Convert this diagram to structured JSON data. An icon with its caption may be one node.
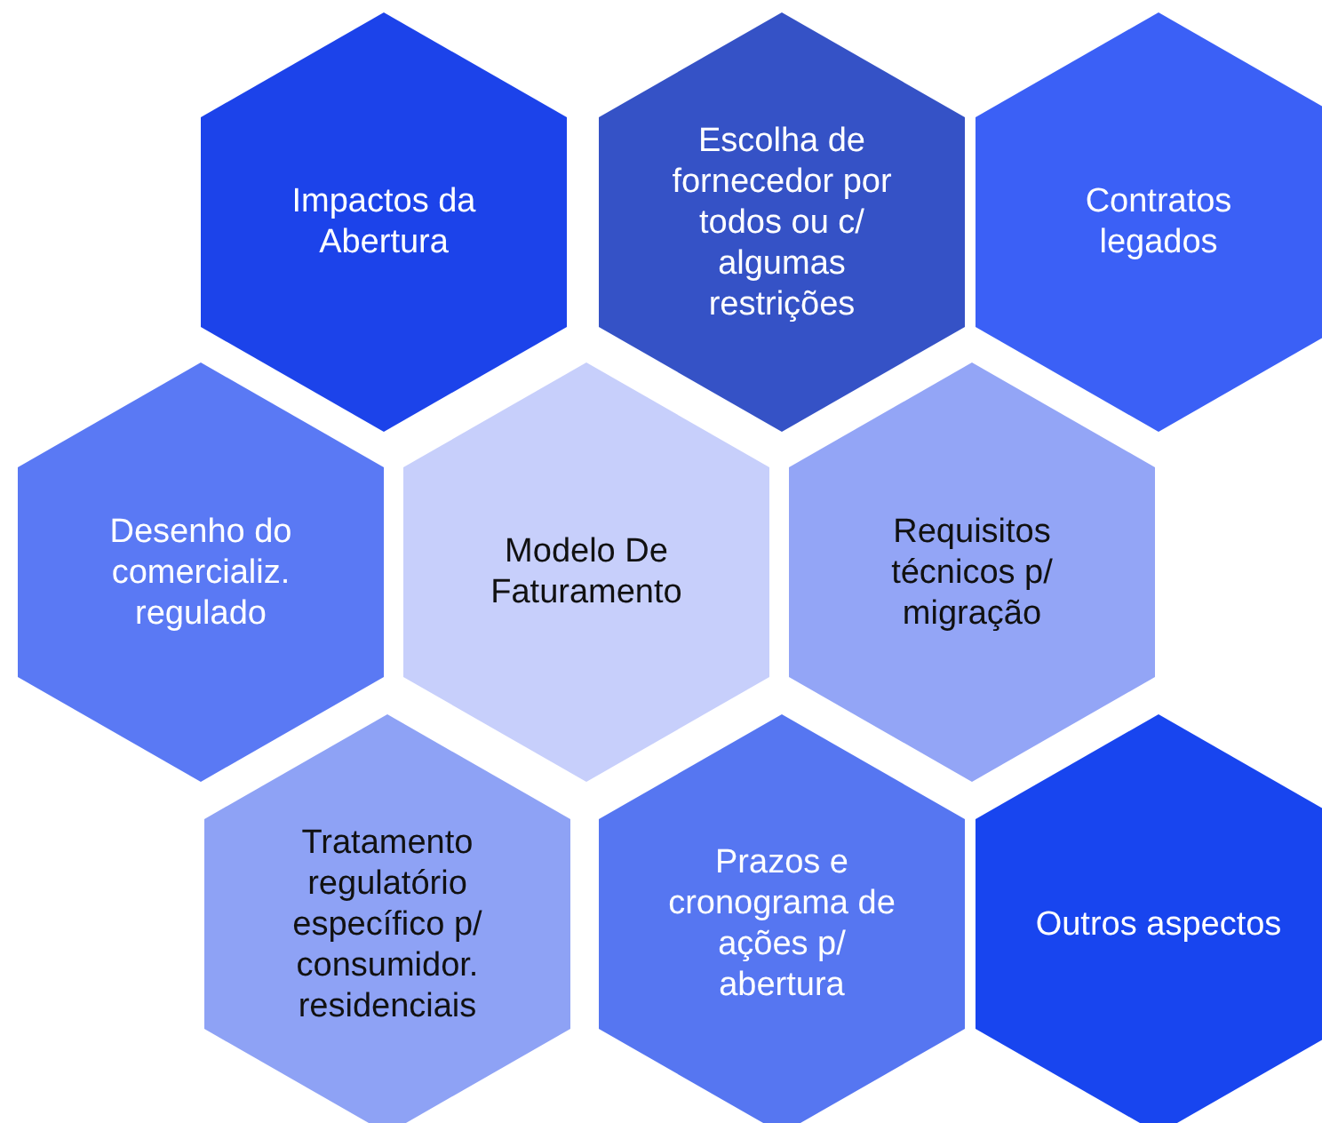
{
  "diagram": {
    "nodes": [
      {
        "text": [
          "Impactos da Abertura"
        ]
      },
      {
        "text": [
          "Escolha de fornecedor por todos ou c/ algumas restrições"
        ]
      },
      {
        "text": [
          "Contratos legados"
        ]
      },
      {
        "text": [
          "Desenho do comercializ. regulado"
        ]
      },
      {
        "text": [
          "Modelo De Faturamento"
        ]
      },
      {
        "text": [
          "Requisitos técnicos p/ migração"
        ]
      },
      {
        "text": [
          "Tratamento regulatório específico p/ consumidor. residenciais"
        ]
      },
      {
        "text": [
          "Prazos e cronograma de ações p/ abertura"
        ]
      },
      {
        "text": [
          "Outros aspectos"
        ]
      }
    ]
  }
}
